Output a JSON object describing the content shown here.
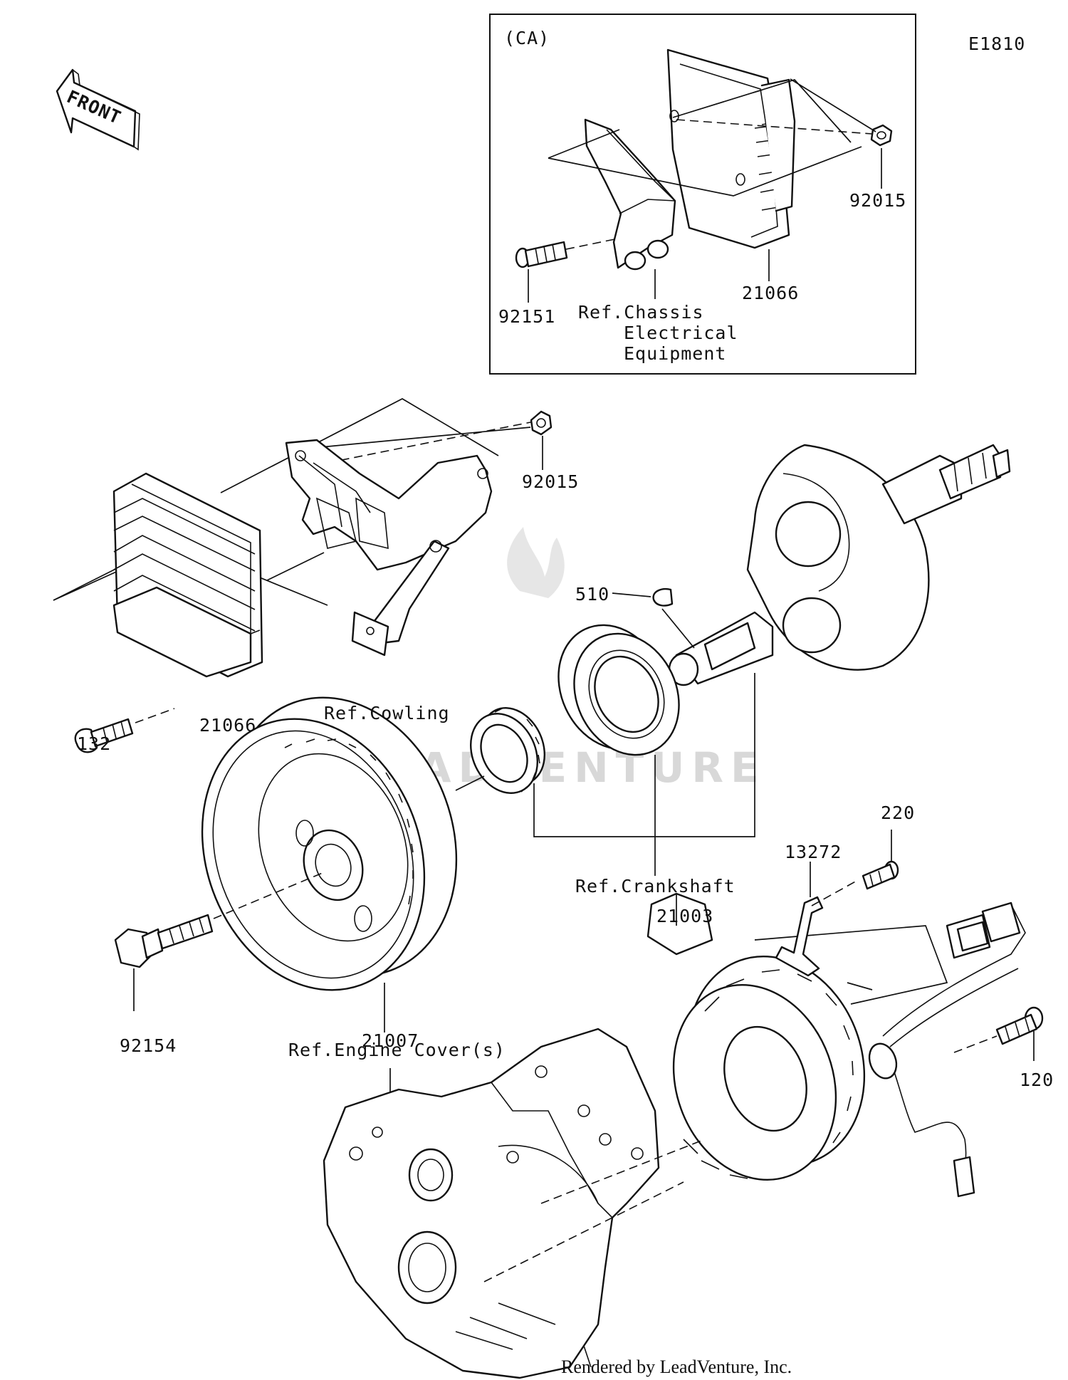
{
  "diagram_code": "E1810",
  "inset": {
    "variant_label": "(CA)"
  },
  "front_arrow_label": "FRONT",
  "watermark_text": "LEADVENTURE",
  "credit": "Rendered by LeadVenture, Inc.",
  "parts": {
    "p92015_inset": "92015",
    "p21066_inset": "21066",
    "p92151": "92151",
    "ref_chassis_1": "Ref.Chassis",
    "ref_chassis_2": "Electrical",
    "ref_chassis_3": "Equipment",
    "p92015_main": "92015",
    "p510": "510",
    "p132": "132",
    "p21066_main": "21066",
    "ref_cowling": "Ref.Cowling",
    "ref_crankshaft": "Ref.Crankshaft",
    "p220": "220",
    "p13272": "13272",
    "p21003": "21003",
    "p21007": "21007",
    "p92154": "92154",
    "p120": "120",
    "ref_engine_cover": "Ref.Engine Cover(s)"
  }
}
